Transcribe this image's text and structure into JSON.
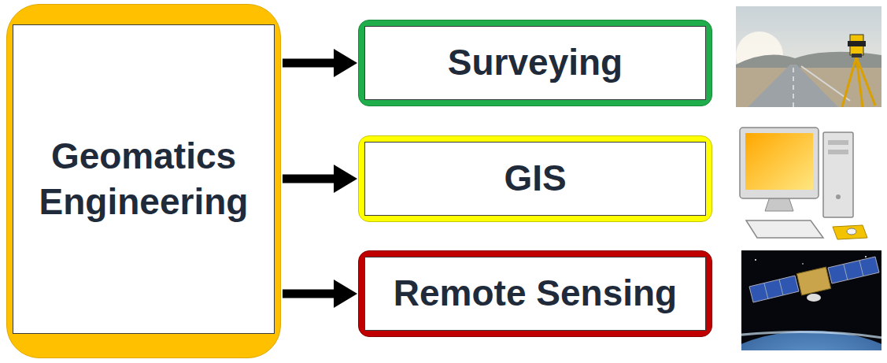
{
  "diagram": {
    "nodes": [
      {
        "text": [
          "Geomatics Engineering"
        ]
      },
      {
        "text": [
          "Surveying"
        ]
      },
      {
        "text": [
          "GIS"
        ]
      },
      {
        "text": [
          "Remote Sensing"
        ]
      }
    ],
    "edges": [
      {
        "from": 0,
        "to": 1,
        "arrow": "to"
      },
      {
        "from": 0,
        "to": 2,
        "arrow": "to"
      },
      {
        "from": 0,
        "to": 3,
        "arrow": "to"
      }
    ]
  }
}
